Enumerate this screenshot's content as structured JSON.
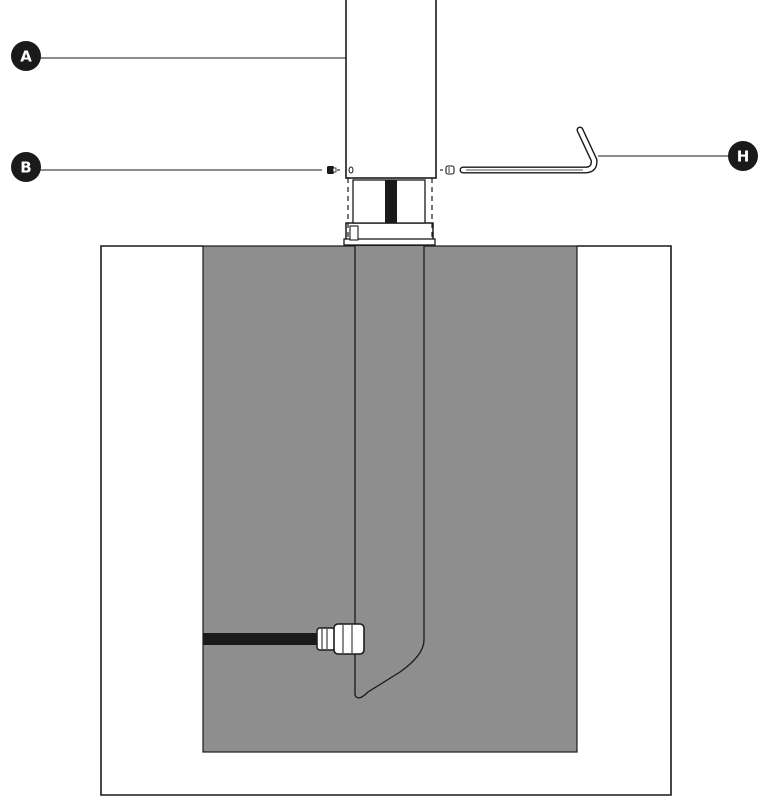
{
  "diagram": {
    "callouts": [
      {
        "id": "A",
        "label": "A",
        "target": "post"
      },
      {
        "id": "B",
        "label": "B",
        "target": "set-screw"
      },
      {
        "id": "H",
        "label": "H",
        "target": "hex-key"
      }
    ],
    "colors": {
      "line": "#1a1a1a",
      "concrete": "#8e8e8e",
      "cable": "#1a1a1a",
      "callout_fill": "#1a1a1a",
      "callout_text": "#ffffff",
      "background": "#ffffff"
    }
  }
}
